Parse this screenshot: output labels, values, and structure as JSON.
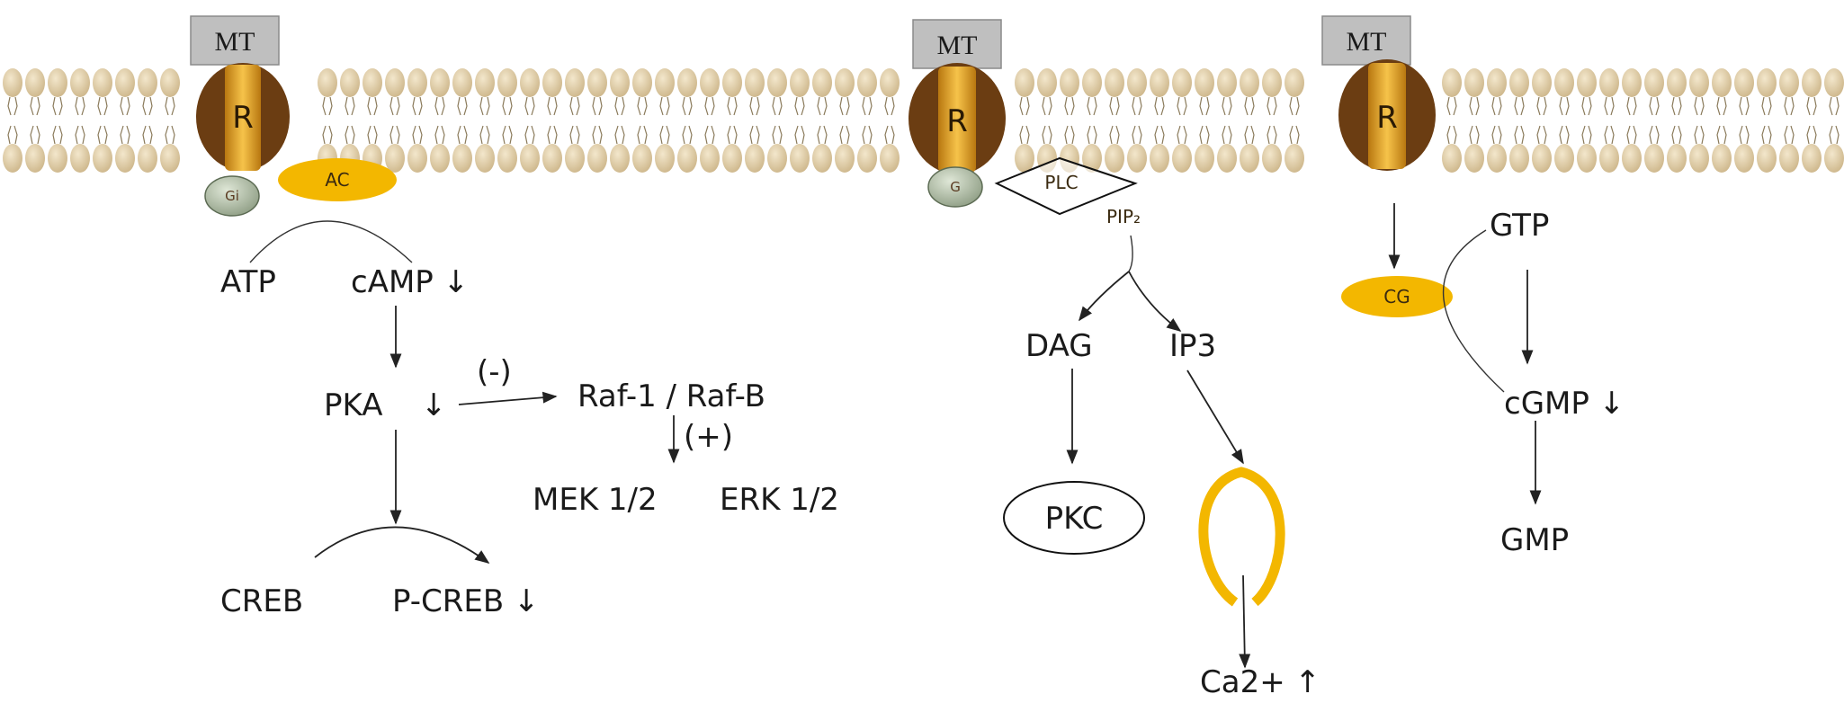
{
  "colors": {
    "membrane_head": "#e0cfa9",
    "receptor_dark": "#6b3d12",
    "receptor_gold": "#e8a21c",
    "mt_box": "#bfbfbf",
    "enzyme_yellow": "#f3b700",
    "g_protein": "#b9c7b0",
    "line": "#222222"
  },
  "receptors": [
    {
      "mt_label": "MT",
      "r_label": "R"
    },
    {
      "mt_label": "MT",
      "r_label": "R"
    },
    {
      "mt_label": "MT",
      "r_label": "R"
    }
  ],
  "left_pathway": {
    "gi": "Gi",
    "ac": "AC",
    "atp": "ATP",
    "camp": "cAMP ↓",
    "pka": "PKA",
    "pka_arrow": "↓",
    "inhibit": "(-)",
    "raf": "Raf-1 / Raf-B",
    "activate": "(+)",
    "mek": "MEK 1/2",
    "erk": "ERK 1/2",
    "creb": "CREB",
    "pcreb": "P-CREB ↓"
  },
  "middle_pathway": {
    "g": "G",
    "plc": "PLC",
    "pip2": "PIP₂",
    "dag": "DAG",
    "ip3": "IP3",
    "pkc": "PKC",
    "ca": "Ca2+ ↑"
  },
  "right_pathway": {
    "cg": "CG",
    "gtp": "GTP",
    "cgmp": "cGMP ↓",
    "gmp": "GMP"
  }
}
